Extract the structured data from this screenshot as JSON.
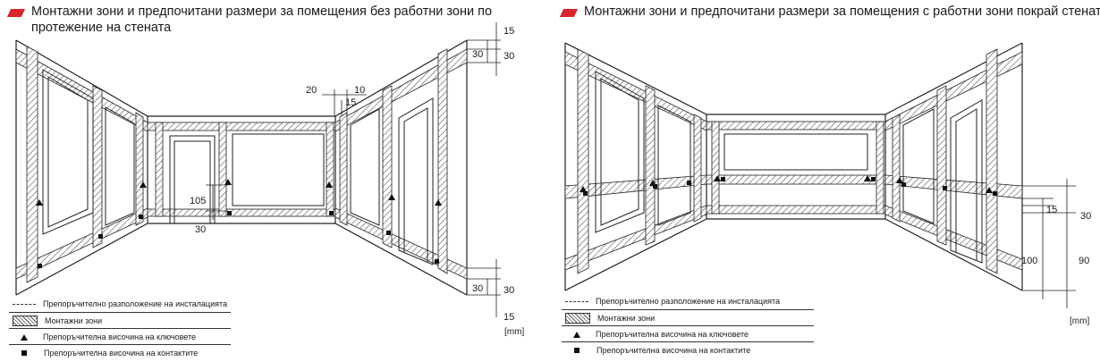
{
  "panels": [
    {
      "title": "Монтажни зони и предпочитани размери за помещения без работни зони по протежение на стената",
      "dimensions": {
        "top_15": "15",
        "top_30": "30",
        "top_30b": "30",
        "d20": "20",
        "d10": "10",
        "d15": "15",
        "d105": "105",
        "d30": "30",
        "bottom_30": "30",
        "bottom_30b": "30",
        "bottom_15": "15"
      },
      "unit": "[mm]",
      "legend": [
        "Препоръчително разположение на инсталацията",
        "Монтажни зони",
        "Препоръчителна височина на ключовете",
        "Препоръчителна височина на контактите"
      ]
    },
    {
      "title": "Монтажни зони и предпочитани размери за помещения с работни зони покрай стената",
      "dimensions": {
        "d15": "15",
        "d30": "30",
        "d100": "100",
        "d90": "90"
      },
      "unit": "[mm]",
      "legend": [
        "Препоръчително разположение на инсталацията",
        "Монтажни зони",
        "Препоръчителна височина на ключовете",
        "Препоръчителна височина на контактите"
      ]
    }
  ],
  "colors": {
    "accent": "#d6252e",
    "line": "#222222",
    "hatch": "#555555"
  }
}
